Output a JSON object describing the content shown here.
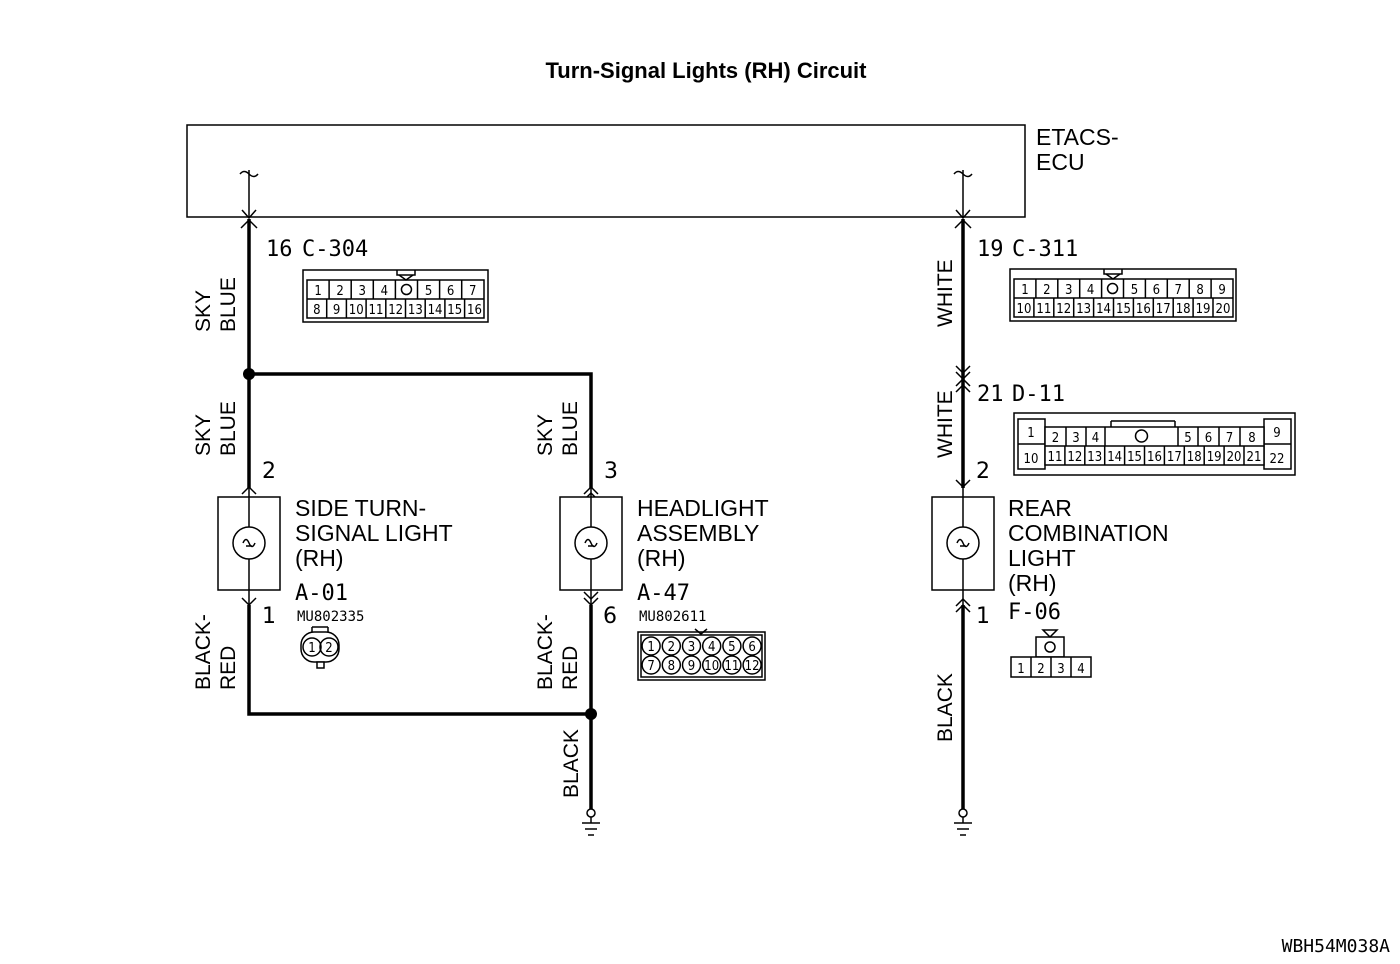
{
  "title": "Turn-Signal Lights (RH) Circuit",
  "ecu": {
    "line1": "ETACS-",
    "line2": "ECU"
  },
  "wires": {
    "sky_blue_1": [
      "SKY",
      "BLUE"
    ],
    "sky_blue_2": [
      "SKY",
      "BLUE"
    ],
    "sky_blue_3": [
      "SKY",
      "BLUE"
    ],
    "black_red_1": [
      "BLACK-",
      "RED"
    ],
    "black_red_2": [
      "BLACK-",
      "RED"
    ],
    "black_gnd": "BLACK",
    "white_1": "WHITE",
    "white_2": "WHITE",
    "black_right": "BLACK"
  },
  "pins": {
    "c304_pin": "16",
    "c304": "C-304",
    "c311_pin": "19",
    "c311": "C-311",
    "d11_pin": "21",
    "d11": "D-11",
    "side_top": "2",
    "side_bottom": "1",
    "head_top": "3",
    "head_bottom": "6",
    "rear_top": "2",
    "rear_bottom": "1"
  },
  "components": {
    "side": {
      "lines": [
        "SIDE TURN-",
        "SIGNAL LIGHT",
        "(RH)"
      ],
      "connector": "A-01",
      "part": "MU802335"
    },
    "head": {
      "lines": [
        "HEADLIGHT",
        "ASSEMBLY",
        "(RH)"
      ],
      "connector": "A-47",
      "part": "MU802611"
    },
    "rear": {
      "lines": [
        "REAR",
        "COMBINATION",
        "LIGHT",
        "(RH)"
      ],
      "connector": "F-06"
    }
  },
  "connectors": {
    "c304": {
      "row1": [
        "1",
        "2",
        "3",
        "4",
        "",
        "5",
        "6",
        "7"
      ],
      "row2": [
        "8",
        "9",
        "10",
        "11",
        "12",
        "13",
        "14",
        "15",
        "16"
      ]
    },
    "c311": {
      "row1": [
        "1",
        "2",
        "3",
        "4",
        "",
        "5",
        "6",
        "7",
        "8",
        "9"
      ],
      "row2": [
        "10",
        "11",
        "12",
        "13",
        "14",
        "15",
        "16",
        "17",
        "18",
        "19",
        "20"
      ]
    },
    "d11": {
      "left_top": "1",
      "left_bottom": "10",
      "row1": [
        "2",
        "3",
        "4",
        "",
        "5",
        "6",
        "7",
        "8"
      ],
      "row2": [
        "11",
        "12",
        "13",
        "14",
        "15",
        "16",
        "17",
        "18",
        "19",
        "20",
        "21"
      ],
      "right_top": "9",
      "right_bottom": "22"
    },
    "a01": [
      "1",
      "2"
    ],
    "a47": {
      "row1": [
        "1",
        "2",
        "3",
        "4",
        "5",
        "6"
      ],
      "row2": [
        "7",
        "8",
        "9",
        "10",
        "11",
        "12"
      ]
    },
    "f06": [
      "1",
      "2",
      "3",
      "4"
    ]
  },
  "code": "WBH54M038A"
}
